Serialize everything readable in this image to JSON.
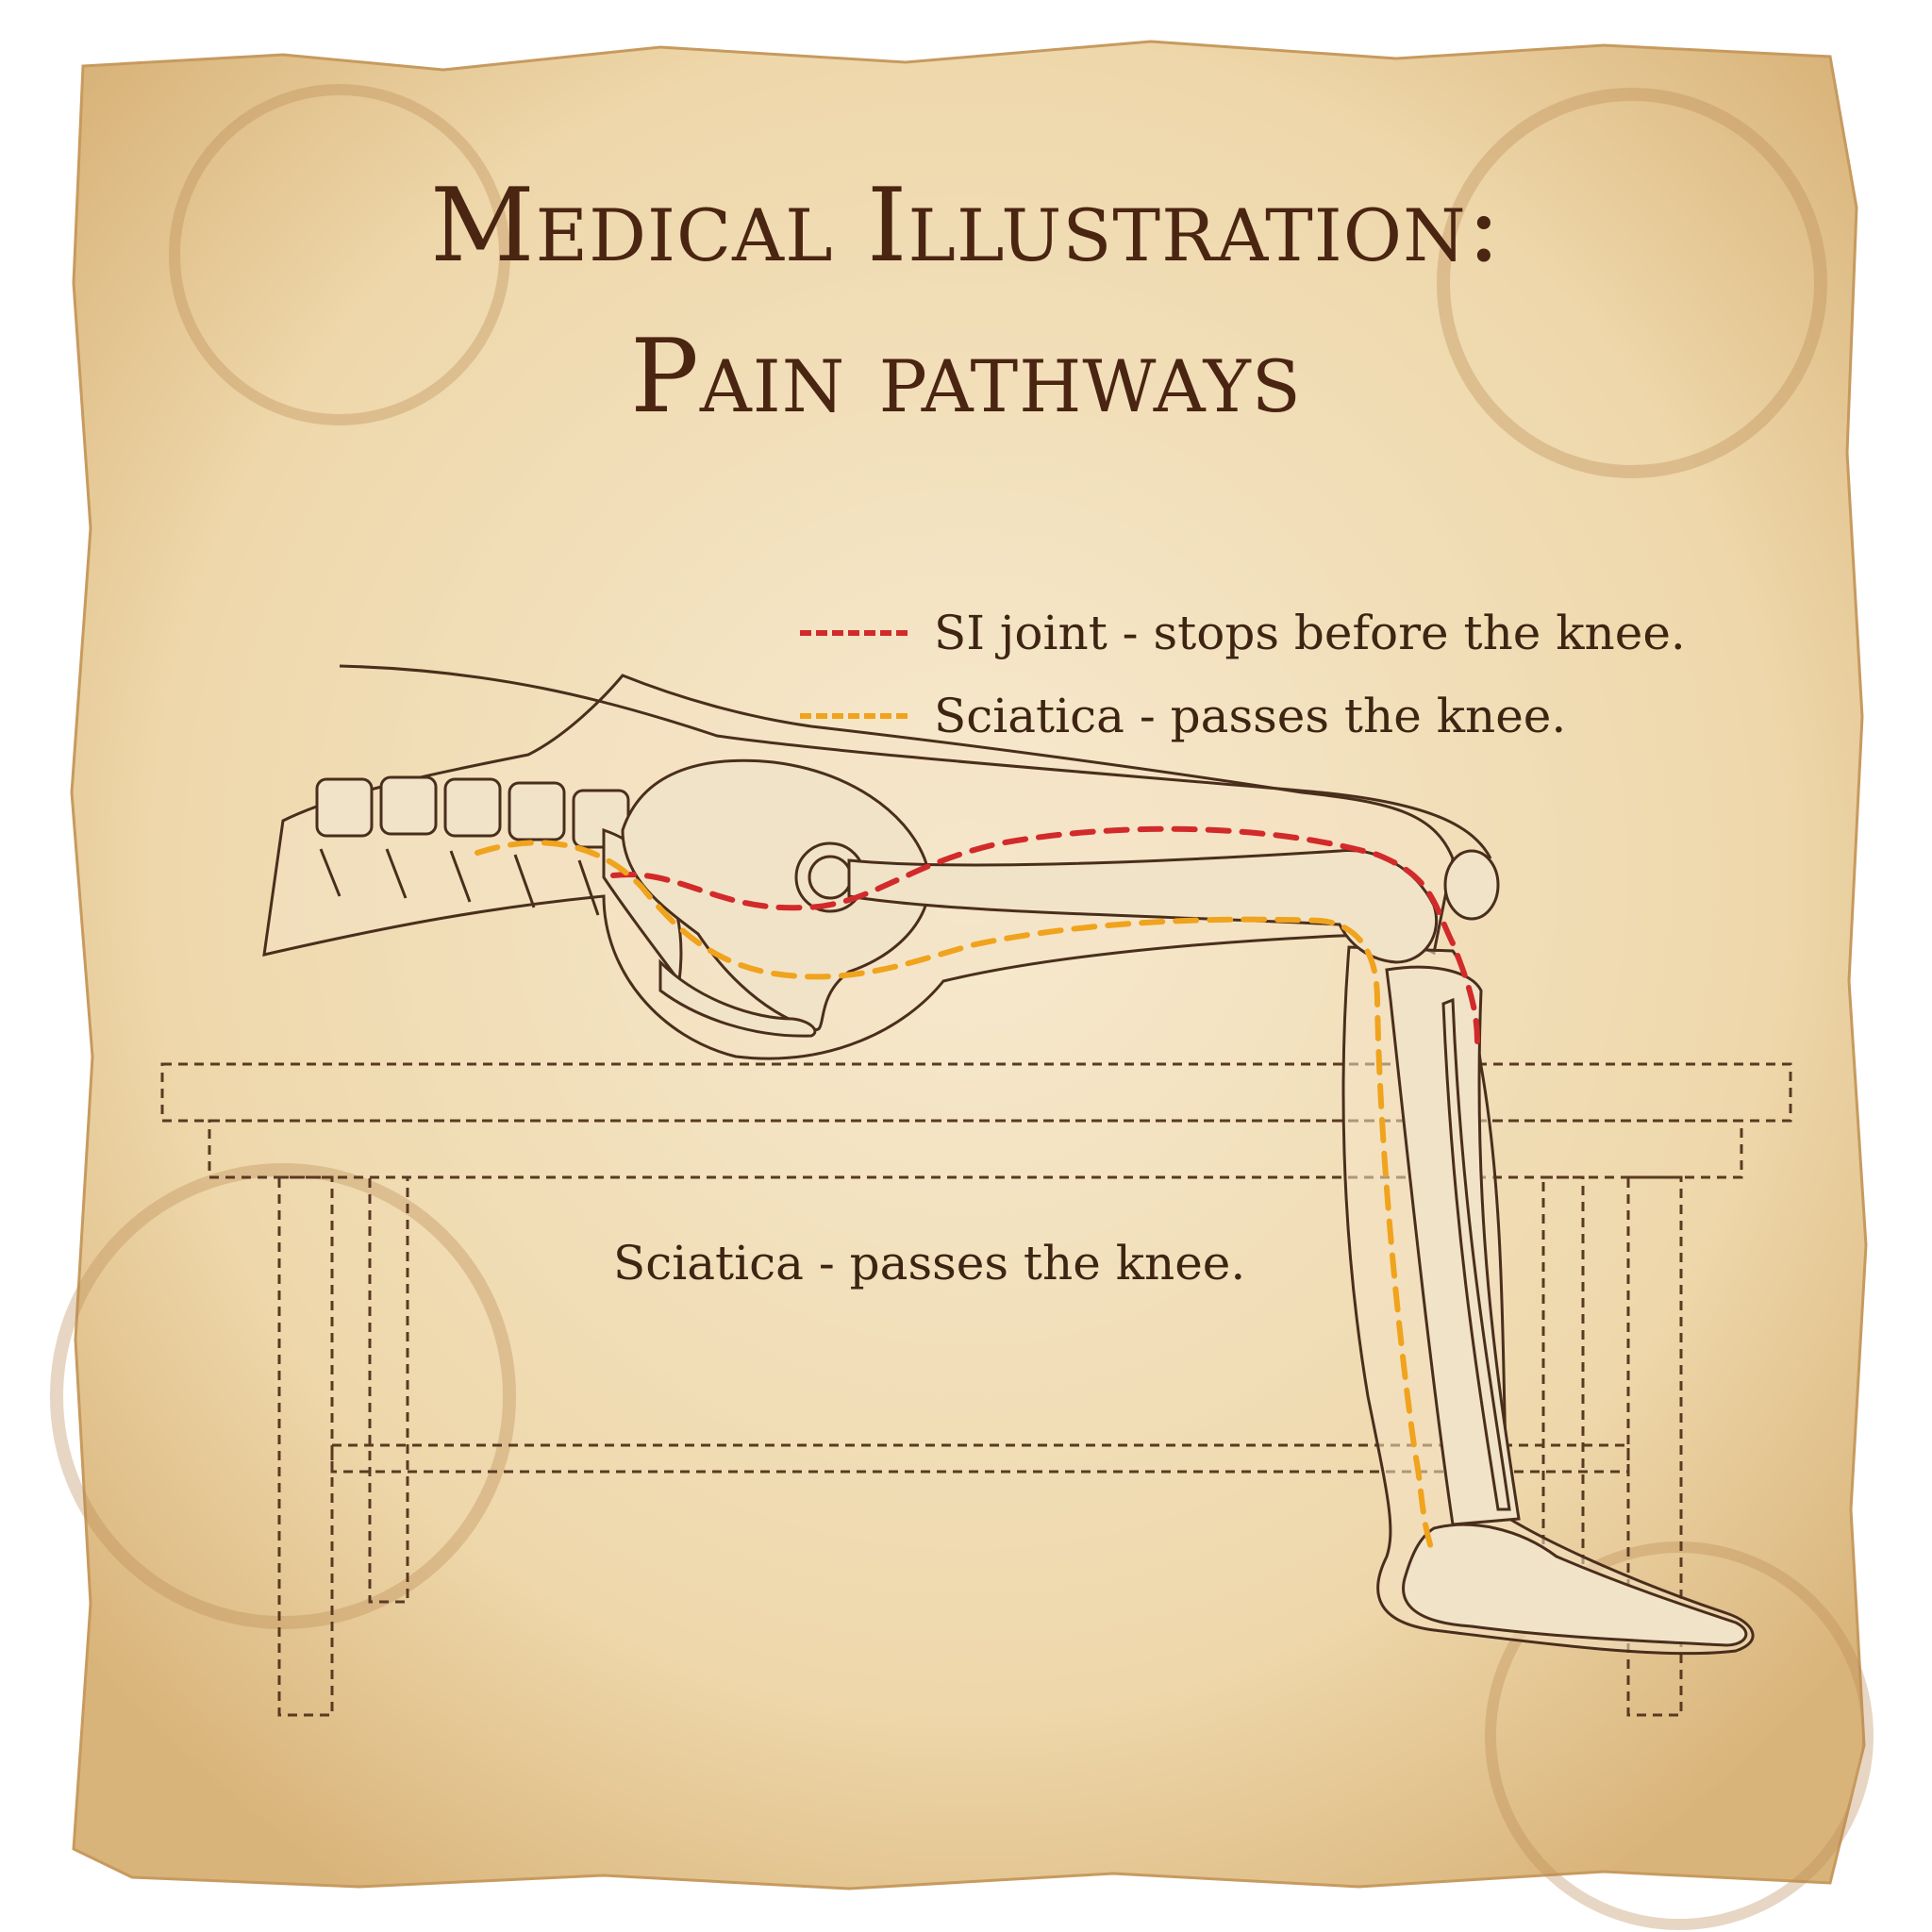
{
  "title": {
    "line1": "Medical Illustration:",
    "line2": "Pain pathways"
  },
  "legend": [
    {
      "label": "SI joint - stops before the knee.",
      "color": "#d22a2a"
    },
    {
      "label": "Sciatica - passes the knee.",
      "color": "#f0a31c"
    }
  ],
  "caption": "Sciatica - passes the knee.",
  "colors": {
    "parchment": "#f2dfb8",
    "ink": "#4a2512",
    "bone": "#f1e3c8"
  }
}
